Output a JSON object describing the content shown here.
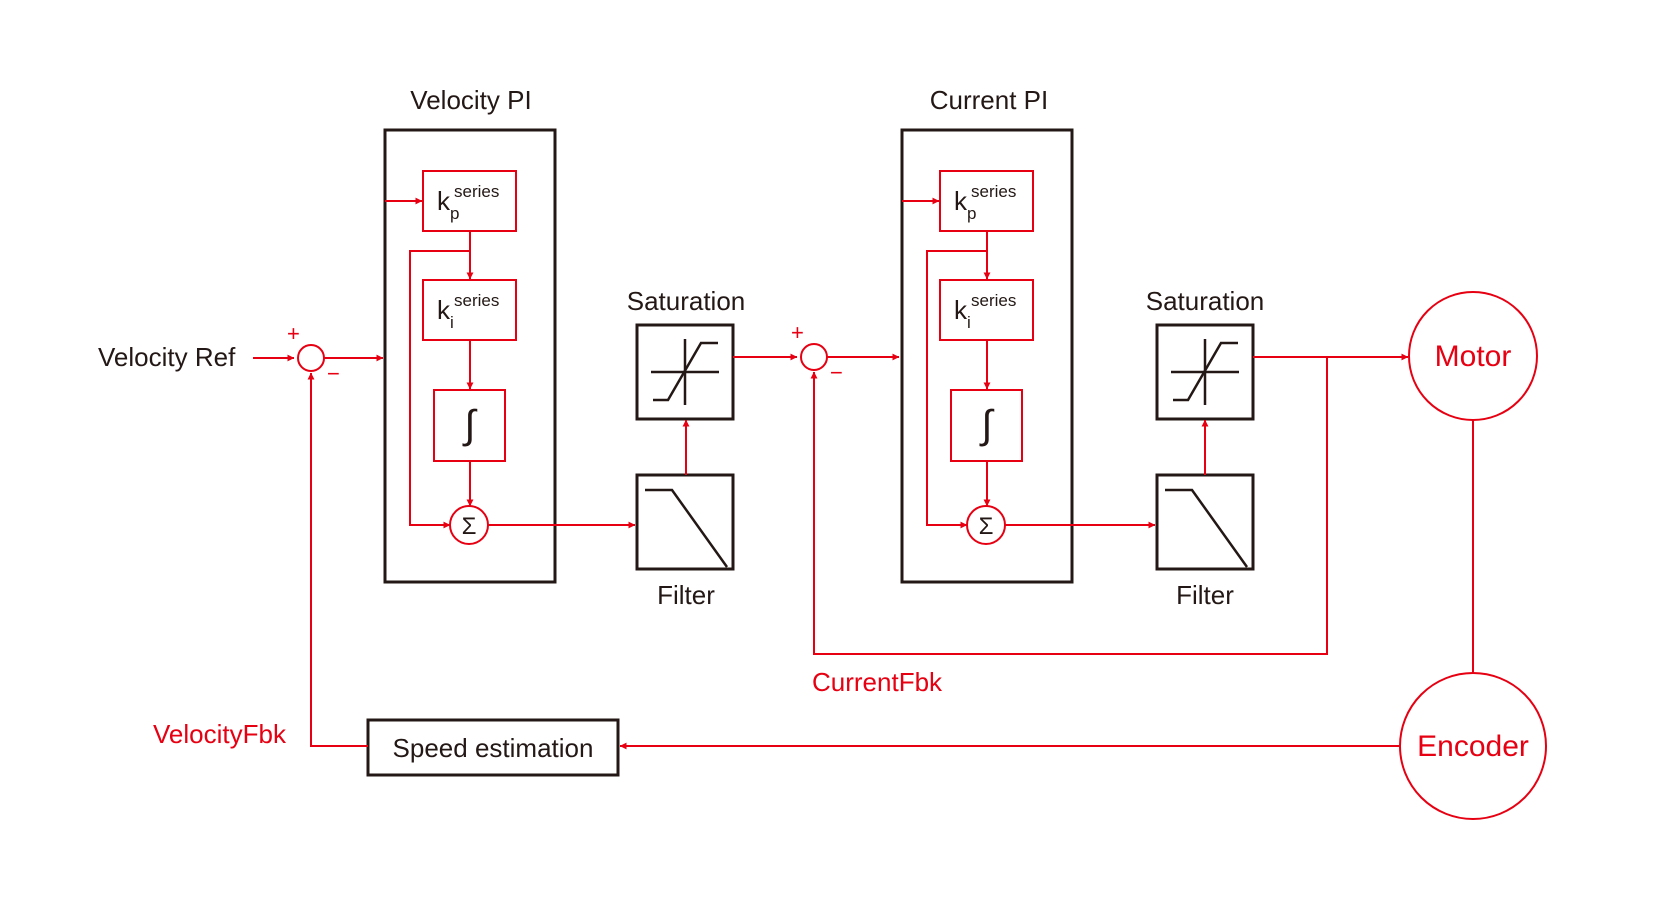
{
  "colors": {
    "accent": "#e60012",
    "ink": "#231815",
    "background": "#ffffff"
  },
  "labels": {
    "velocity_ref": "Velocity Ref",
    "velocity_pi": "Velocity PI",
    "current_pi": "Current PI",
    "saturation": "Saturation",
    "filter": "Filter",
    "motor": "Motor",
    "encoder": "Encoder",
    "speed_estimation": "Speed estimation",
    "velocity_fbk": "VelocityFbk",
    "current_fbk": "CurrentFbk",
    "plus": "+",
    "minus": "−",
    "kp_base": "k",
    "kp_sub": "p",
    "ki_base": "k",
    "ki_sub": "i",
    "series": "series",
    "integral": "∫",
    "sum": "Σ"
  }
}
